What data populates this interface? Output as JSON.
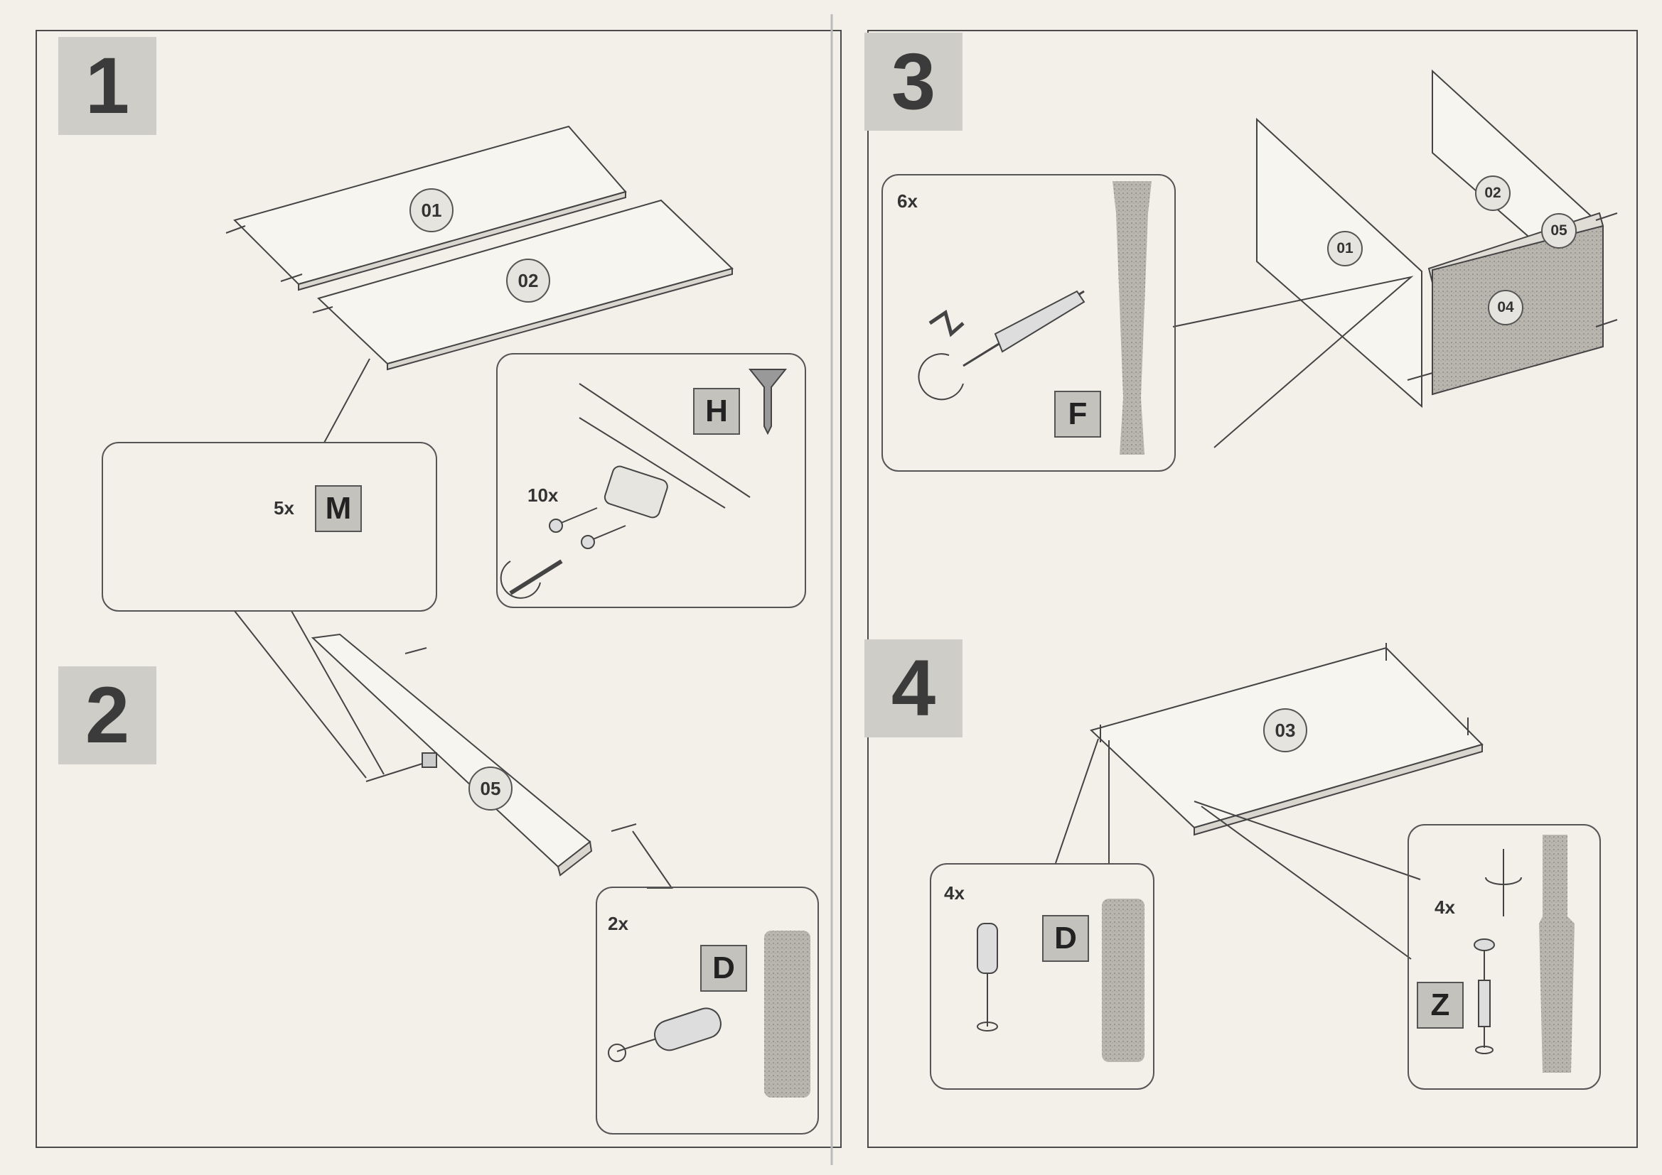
{
  "left_page": {
    "step1": {
      "number": "1",
      "parts": [
        "01",
        "02"
      ],
      "callout_m": {
        "quantity": "5x",
        "letter": "M"
      },
      "callout_h": {
        "quantity": "10x",
        "letter": "H"
      }
    },
    "step2": {
      "number": "2",
      "parts": [
        "05"
      ],
      "callout_d": {
        "quantity": "2x",
        "letter": "D"
      }
    }
  },
  "right_page": {
    "step3": {
      "number": "3",
      "parts": [
        "01",
        "02",
        "05",
        "04"
      ],
      "callout_f": {
        "quantity": "6x",
        "letter": "F"
      }
    },
    "step4": {
      "number": "4",
      "parts": [
        "03"
      ],
      "callout_d": {
        "quantity": "4x",
        "letter": "D"
      },
      "callout_z": {
        "quantity": "4x",
        "letter": "Z"
      }
    }
  },
  "colors": {
    "paper": "#f3f0ea",
    "line": "#444444",
    "panel_shade": "#bdbab3",
    "badge": "#cfcdc8"
  }
}
